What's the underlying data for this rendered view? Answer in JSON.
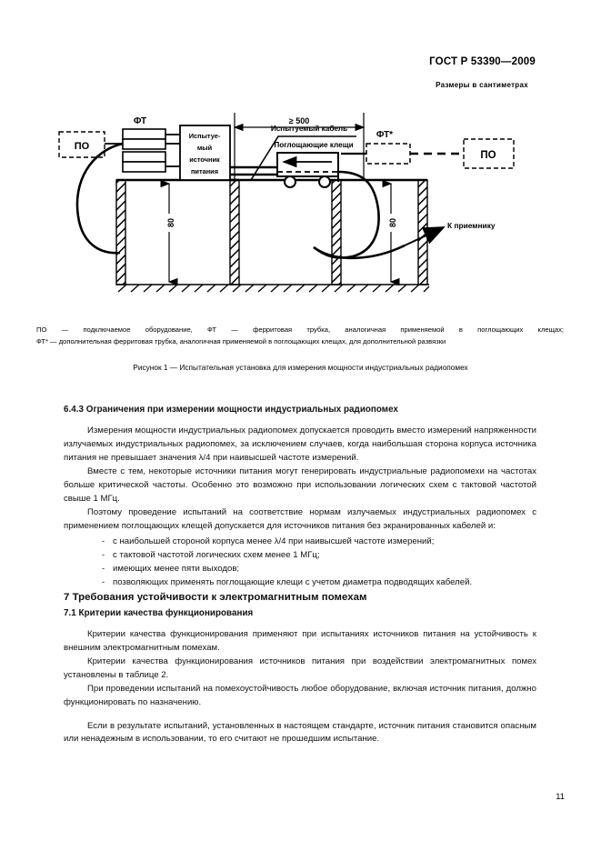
{
  "header": {
    "standard": "ГОСТ Р 53390—2009",
    "units_note": "Размеры в сантиметрах"
  },
  "figure": {
    "labels": {
      "po_left": "ПО",
      "po_right": "ПО",
      "ft": "ФТ",
      "ft_star": "ФТ*",
      "source_line1": "Испытуе-",
      "source_line2": "мый",
      "source_line3": "источник",
      "source_line4": "питания",
      "cable": "Испытуемый кабель",
      "clamp": "Поглощающие клещи",
      "dim_horizontal": "≥ 500",
      "dim_left": "80",
      "dim_right": "80",
      "to_receiver": "К приемнику"
    },
    "legend_line1": "ПО — подключаемое оборудование, ФТ — ферритовая трубка, аналогичная применяемой в поглощающих клещах;",
    "legend_line2": "ФТ* — дополнительная ферритовая трубка, аналогичная применяемой в поглощающих клещах, для дополнительной развязки",
    "caption": "Рисунок  1 — Испытательная установка для измерения мощности индустриальных радиопомех"
  },
  "content": {
    "section_643_heading": "6.4.3  Ограничения при измерении мощности индустриальных радиопомех",
    "p1": "Измерения мощности индустриальных радиопомех допускается проводить вместо измерений напряженности излучаемых индустриальных радиопомех, за исключением случаев, когда наибольшая сторона корпуса источника питания не превышает значения λ/4 при наивысшей частоте измерений.",
    "p2": "Вместе с тем, некоторые источники питания могут генерировать индустриальные радиопомехи на частотах больше критической частоты. Особенно это возможно при использовании логических схем с тактовой частотой свыше 1 МГц.",
    "p3": "Поэтому проведение испытаний на соответствие нормам излучаемых индустриальных радиопомех с применением поглощающих клещей допускается для источников питания без экранированных кабелей и:",
    "bullets": [
      "с наибольшей стороной корпуса менее λ/4 при наивысшей частоте измерений;",
      "с тактовой частотой логических схем менее 1 МГц;",
      "имеющих менее пяти выходов;",
      "позволяющих применять поглощающие клещи с учетом диаметра подводящих кабелей."
    ],
    "section_7_heading": "7  Требования устойчивости к электромагнитным помехам",
    "section_71_heading": "7.1  Критерии качества функционирования",
    "p4": "Критерии качества функционирования применяют при испытаниях источников питания на устойчивость к внешним электромагнитным помехам.",
    "p5": "Критерии качества функционирования источников питания при воздействии электромагнитных помех установлены в таблице 2.",
    "p6": "При проведении испытаний на помехоустойчивость любое оборудование, включая источник питания, должно функционировать по назначению.",
    "p7": "Если в результате испытаний, установленных в настоящем стандарте, источник питания становится опасным или ненадежным в использовании, то его считают не прошедшим испытание."
  },
  "footer": {
    "page_number": "11"
  }
}
